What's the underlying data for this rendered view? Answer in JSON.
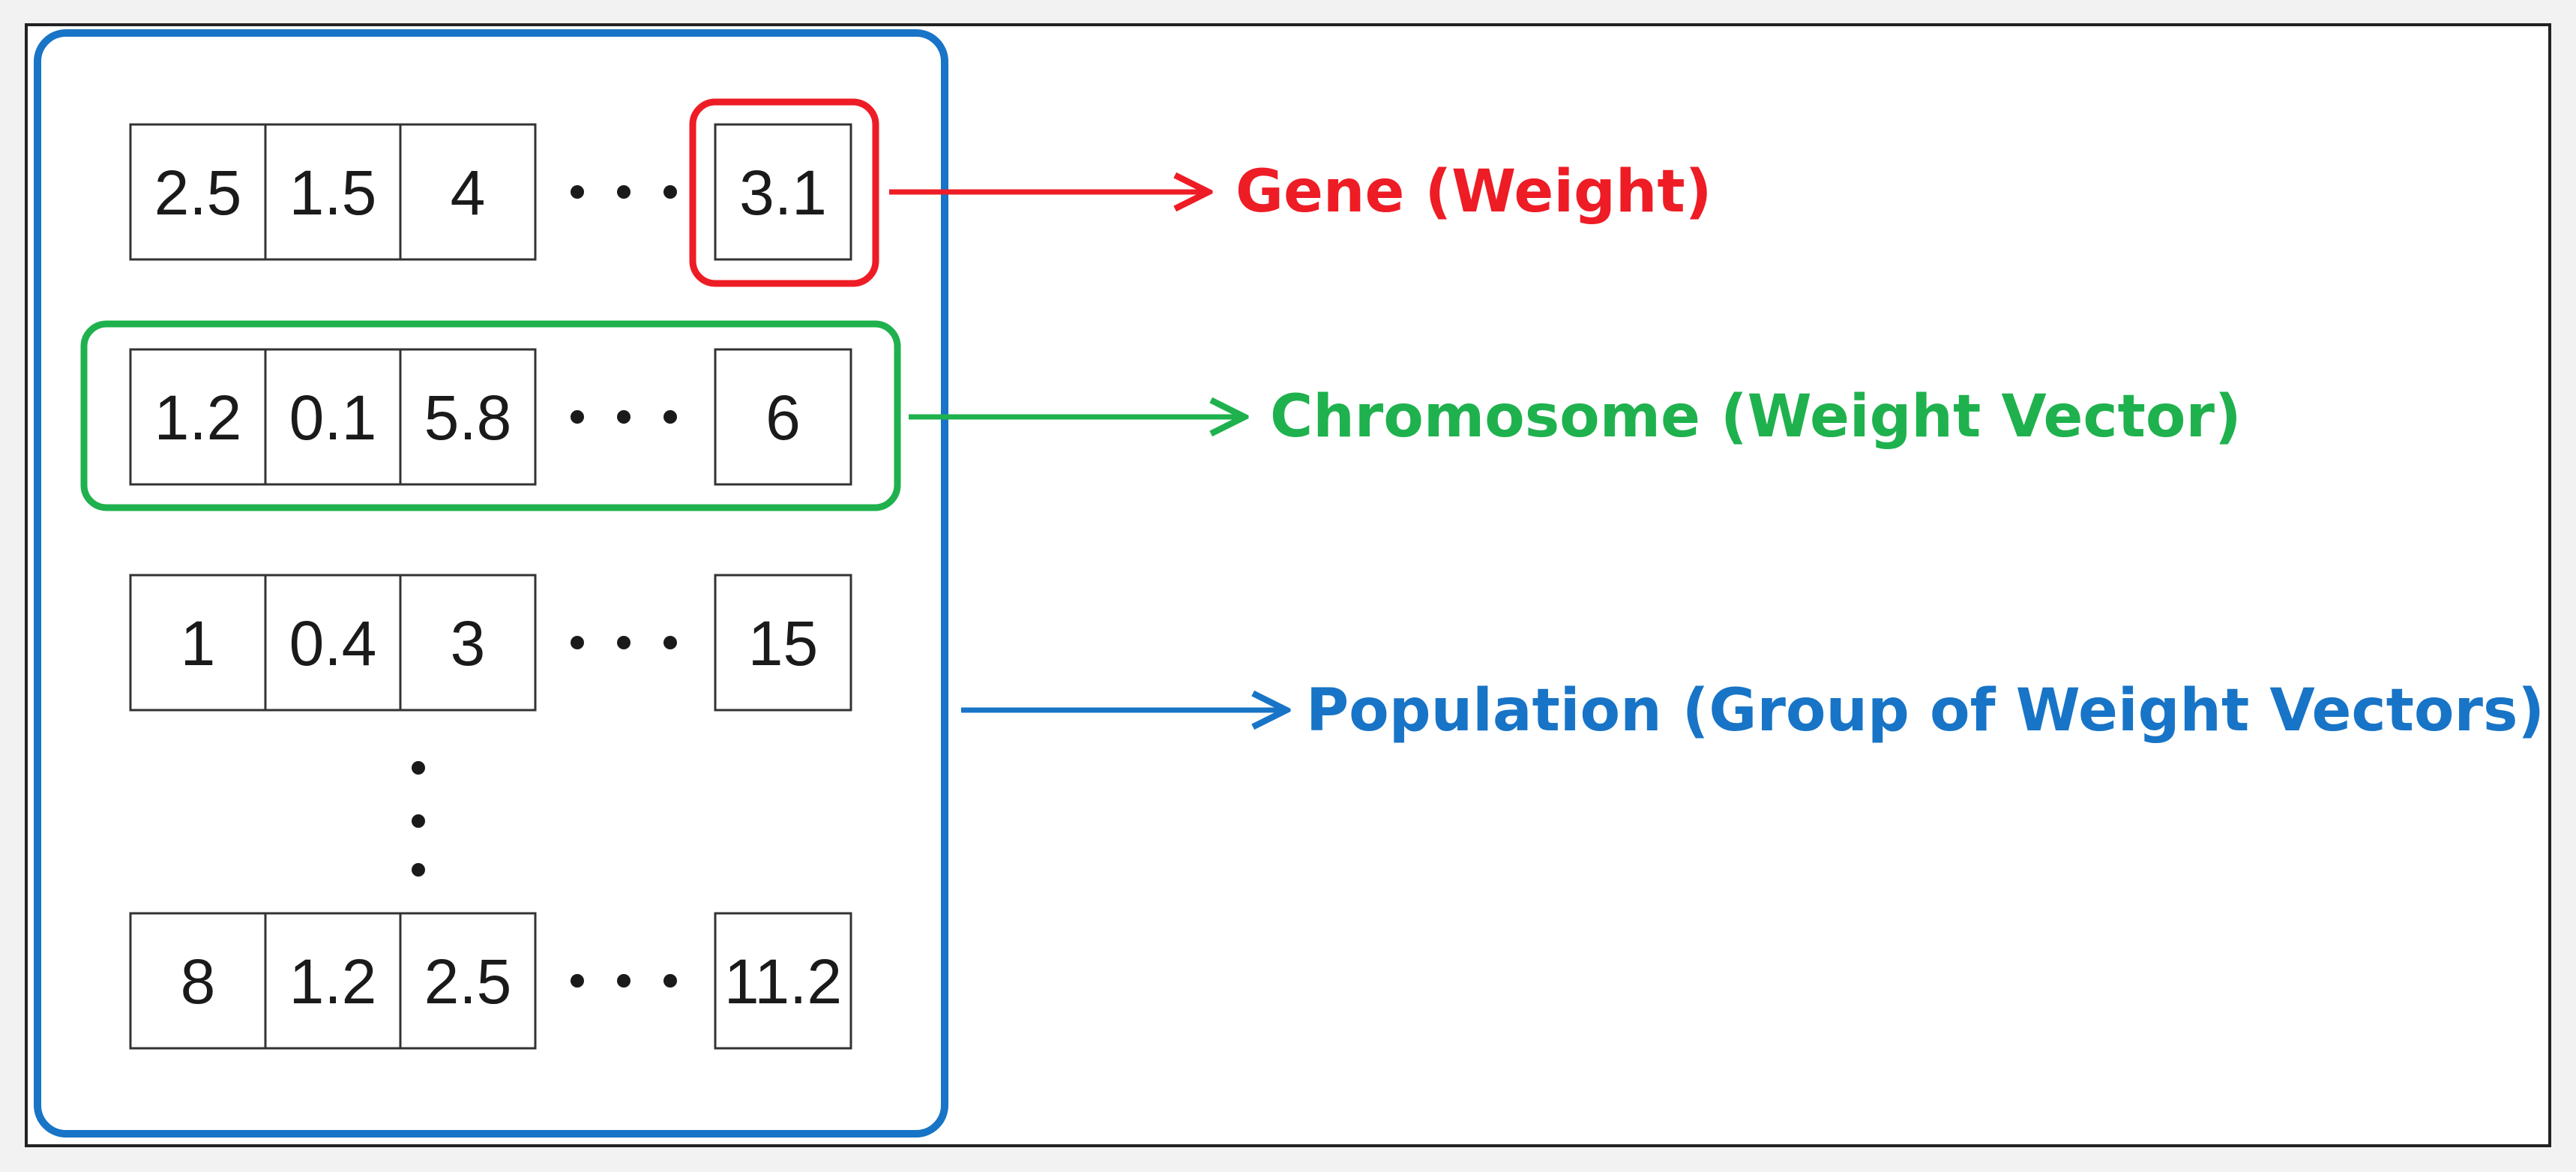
{
  "colors": {
    "gene": "#ee1c25",
    "chromosome": "#1fb14d",
    "population": "#1874c6",
    "cell_border": "#333333",
    "text": "#1a1a1a"
  },
  "population": {
    "rows": [
      {
        "cells": [
          "2.5",
          "1.5",
          "4"
        ],
        "last": "3.1"
      },
      {
        "cells": [
          "1.2",
          "0.1",
          "5.8"
        ],
        "last": "6"
      },
      {
        "cells": [
          "1",
          "0.4",
          "3"
        ],
        "last": "15"
      },
      {
        "cells": [
          "8",
          "1.2",
          "2.5"
        ],
        "last": "11.2"
      }
    ],
    "ellipsis_icon": "horizontal-ellipsis",
    "vertical_ellipsis_icon": "vertical-ellipsis"
  },
  "labels": {
    "gene": "Gene (Weight)",
    "chromosome": "Chromosome (Weight Vector)",
    "population": "Population (Group of Weight Vectors)"
  }
}
